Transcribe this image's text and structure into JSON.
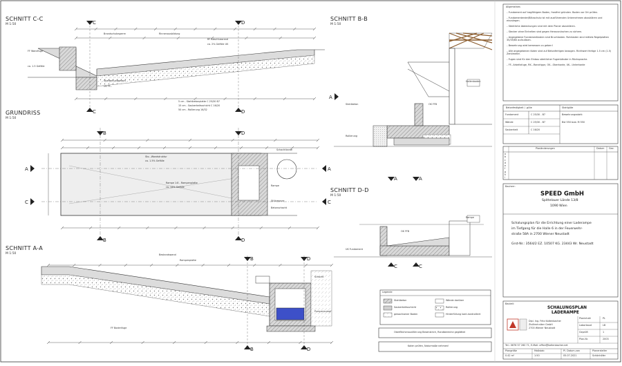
{
  "sections": {
    "c": {
      "title": "SCHNITT C-C",
      "scale": "M 1:50"
    },
    "grundriss": {
      "title": "GRUNDRISS",
      "scale": "M 1:50"
    },
    "a": {
      "title": "SCHNITT A-A",
      "scale": "M 1:50"
    },
    "b": {
      "title": "SCHNITT B-B",
      "scale": "M 1:50"
    },
    "d": {
      "title": "SCHNITT D-D",
      "scale": "M 1:50"
    }
  },
  "markers": {
    "a": "A",
    "b": "B",
    "c": "C",
    "d": "D"
  },
  "notes": {
    "heading": "Allgemeines",
    "items": [
      "Fundament auf tragfähigem Boden, frostfrei gründen. Boden vor Ort prüfen.",
      "Fundamenterder/Blitzschutz ist mit ausführenden Unternehmen abzuklären und einzulegen.",
      "Sämtliche Abdeckungen sind mit dem Planer abzuklären.",
      "Stecker ohne Einheiten sind gegen Herausrutschen zu sichern.",
      "Angegebene Fundamentlasten sind Bruchlasten. Rohrlasten sind mittels Regelplatten 35/35/60 aufzulösen.",
      "Bewehrung wird bemessen zu geben!",
      "Alle angegebenen Koten sind auf Betonfertigen bezogen. Richtwert fertige 1.5 cm (1.5) Zentimeter.",
      "Fugen sind für den Einbau sämtlicher Fugenbänder in Rücksprache.",
      "FF...Arbeitsfuge, RK...Randrippe, OK...Oberkante, UK...Unterkante"
    ]
  },
  "materials": {
    "header_left": "Betonfestigkeit / -güte",
    "header_right": "Stahlgüte",
    "rows": [
      {
        "label": "Fundament",
        "value": "C 25/30 - B7"
      },
      {
        "label": "Wände",
        "value": "C 25/30 - B7"
      },
      {
        "label": "Sauberkeit",
        "value": "C 16/20"
      }
    ],
    "steel_1": "Bewehrungsstahl:",
    "steel_2": "Bst 550 bzw. M 550"
  },
  "revisions": {
    "title": "Planänderungen",
    "col_date": "Datum",
    "col_sign": "Gez.",
    "rows": [
      "a",
      "b",
      "c",
      "d",
      "e",
      "f",
      "g",
      "h",
      "i"
    ]
  },
  "client": {
    "label": "Bauherr:",
    "company": "SPEED GmbH",
    "street": "Spittelauer Lände 13/8",
    "city": "1090 Wien",
    "description_lines": [
      "Schalungsplan für die Errichtung einer Laderampe",
      "im Tiefgang für die Halle 6 in der Feuerwehr-",
      "straße 58A in 2700 Wiener Neustadt"
    ],
    "parcel": "Grst-Nr.: 3564/2 EZ. 10507 KG. 23443 Wr. Neustadt"
  },
  "title_block": {
    "label": "Bauteil:",
    "title_1": "SCHALUNGSPLAN",
    "title_2": "LADERAMPE",
    "engineer_1": "Dipl. Ing. Fritz Kaltenbacher",
    "engineer_2": "Ziviltechniker GmbH",
    "engineer_3": "2700 Wiener Neustadt",
    "contact": "Tel.: 0676 57 260 71, E-Mail: office@kaltenbacher.net",
    "meta": [
      {
        "label": "Planinhalt",
        "value": "PL"
      },
      {
        "label": "Laborbaud",
        "value": "LB"
      },
      {
        "label": "Geprüft",
        "value": "1"
      },
      {
        "label": "Plan-Nr.",
        "value": "2003"
      }
    ],
    "footer": [
      {
        "label": "Plangröße",
        "value": "0.42 m²"
      },
      {
        "label": "Maßstab",
        "value": "1:50"
      },
      {
        "label": "Pl. Datum.von",
        "value": "05.07.2021"
      },
      {
        "label": "Planersteller",
        "value": "Schönhöfer"
      }
    ]
  },
  "legend": {
    "title": "Legende",
    "items": [
      {
        "label": "Stahlbeton",
        "color": "#9a9a9a"
      },
      {
        "label": "Sauberkeitsschicht",
        "color": "#d0d0d0"
      },
      {
        "label": "gewachsener Boden",
        "color": "#e8e8e8"
      },
      {
        "label": "Wände darüber",
        "color": "#ffffff"
      },
      {
        "label": "Rollierung",
        "color": "#f4f4f4"
      },
      {
        "label": "Hinterfüllung kant-kontrolliert",
        "color": "#ffffff"
      }
    ],
    "note_1": "Oberflächenausführung Besenstrich, Randbereiche geglättet",
    "note_2": "Koten prüfen, Naturmaße nehmen!"
  },
  "drawing_notes": {
    "c_left": [
      "FF Wandfuge",
      "ca. 1.5 Gefälle"
    ],
    "c_mid": [
      "Brandschutzsperre",
      "Rinnenausbildung",
      "Streifenfundament",
      "UK FF..."
    ],
    "c_right": [
      "RF Abschlussrand",
      "ca. 2% Gefälle UK"
    ],
    "c_bottom": [
      "5 cm - Stahlbetonplatte C 25/30 B7",
      "15 cm - Sauberkeitsschicht C 16/20",
      "50 cm - Rollierung 16/32"
    ],
    "g_left": [
      "Sto...Wandstruktur",
      "ca. 1.5% Gefälle"
    ],
    "g_mid": [
      "Rampe 1:8 - Rampenplatte",
      "ca. 14% Gefälle"
    ],
    "g_right": [
      "Schachtkante",
      "Rampe",
      "Stützmauer",
      "Betonschacht"
    ],
    "a_notes": [
      "Bestandswand",
      "Rampenplatte",
      "FF Bodenfuge",
      "Schacht",
      "Pumpensumpf"
    ],
    "b_notes": [
      "Stahlbeton",
      "Rollierung",
      "OK FFB",
      "Hallenboden"
    ],
    "d_notes": [
      "Rampe",
      "OK FFB",
      "UK Fundament"
    ]
  }
}
